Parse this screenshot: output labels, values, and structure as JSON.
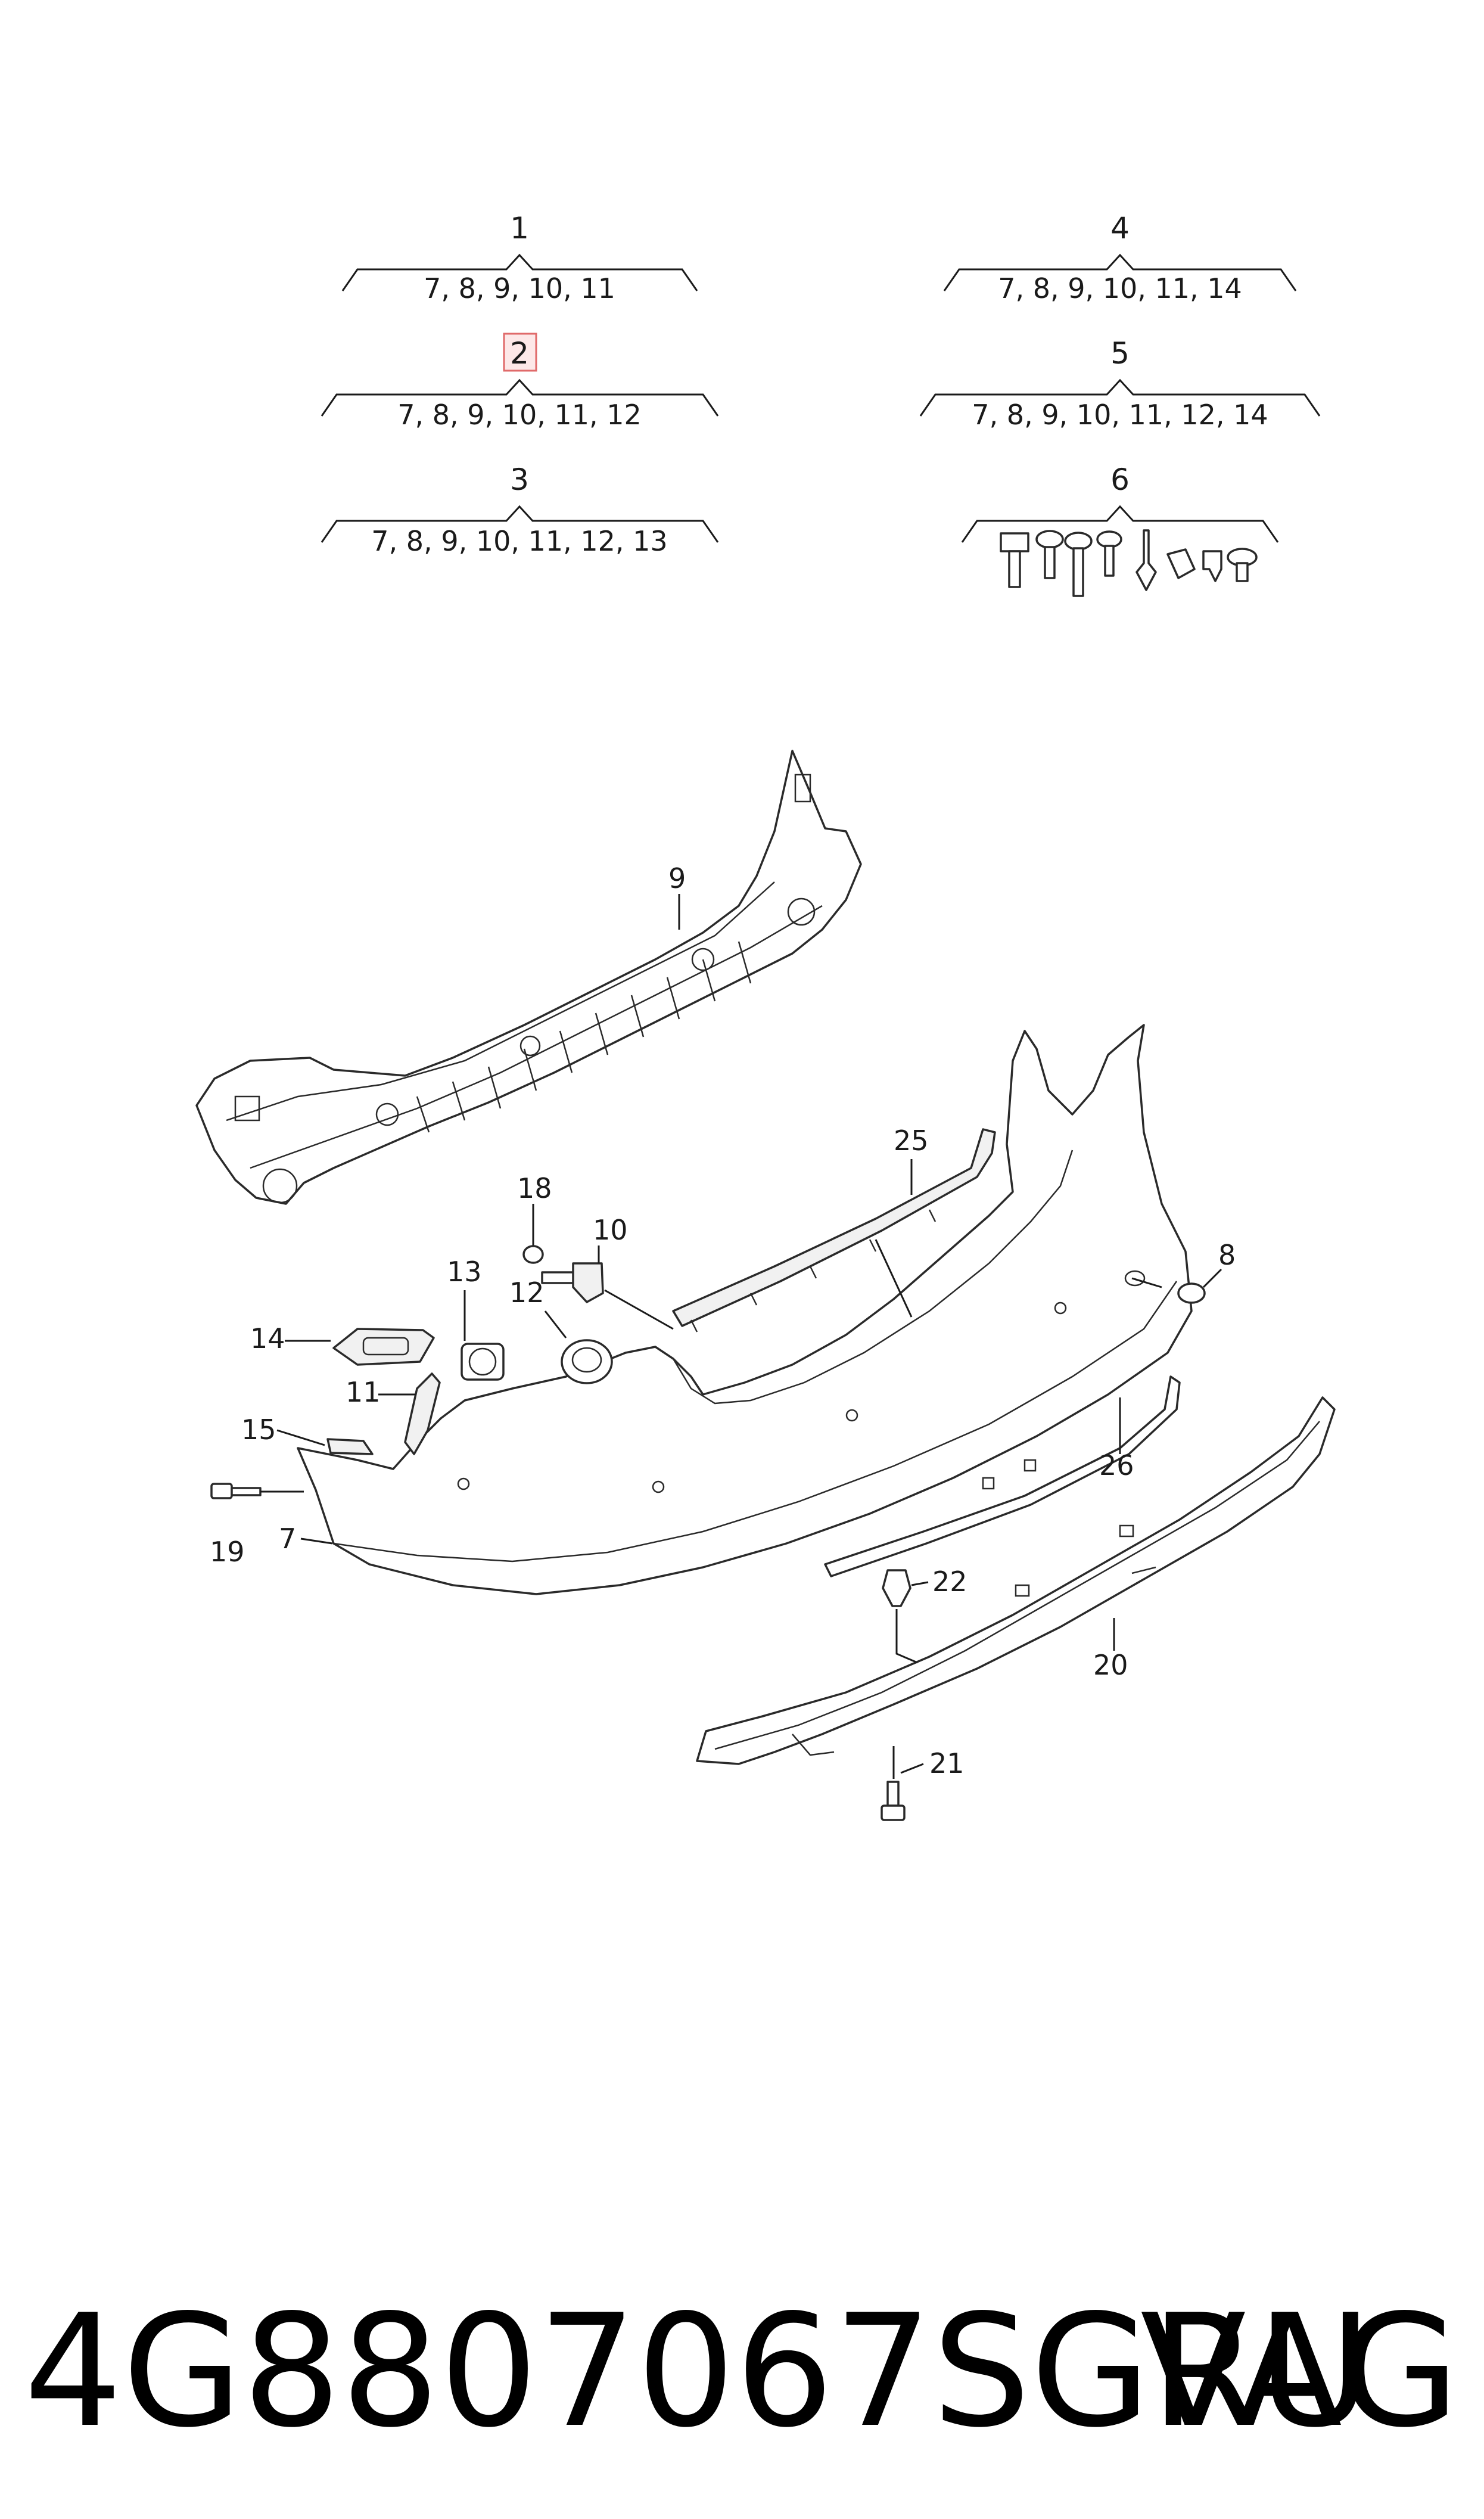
{
  "groups": [
    {
      "id": "1",
      "items": "7, 8, 9, 10, 11",
      "highlighted": false
    },
    {
      "id": "2",
      "items": "7, 8, 9, 10, 11, 12",
      "highlighted": true
    },
    {
      "id": "3",
      "items": "7, 8, 9, 10, 11, 12, 13",
      "highlighted": false
    },
    {
      "id": "4",
      "items": "7, 8, 9, 10, 11, 14",
      "highlighted": false
    },
    {
      "id": "5",
      "items": "7, 8, 9, 10, 11, 12, 14",
      "highlighted": false
    },
    {
      "id": "6",
      "items": "",
      "highlighted": false
    }
  ],
  "callouts": [
    "9",
    "25",
    "18",
    "10",
    "8",
    "13",
    "12",
    "14",
    "11",
    "15",
    "19",
    "7",
    "26",
    "22",
    "20",
    "21"
  ],
  "footer": {
    "part_number": "4G8807067SGRU",
    "brand": "VAG"
  },
  "colors": {
    "highlight_border": "#e06a6a",
    "highlight_fill": "#fde8e8",
    "ink": "#1a1a1a"
  }
}
